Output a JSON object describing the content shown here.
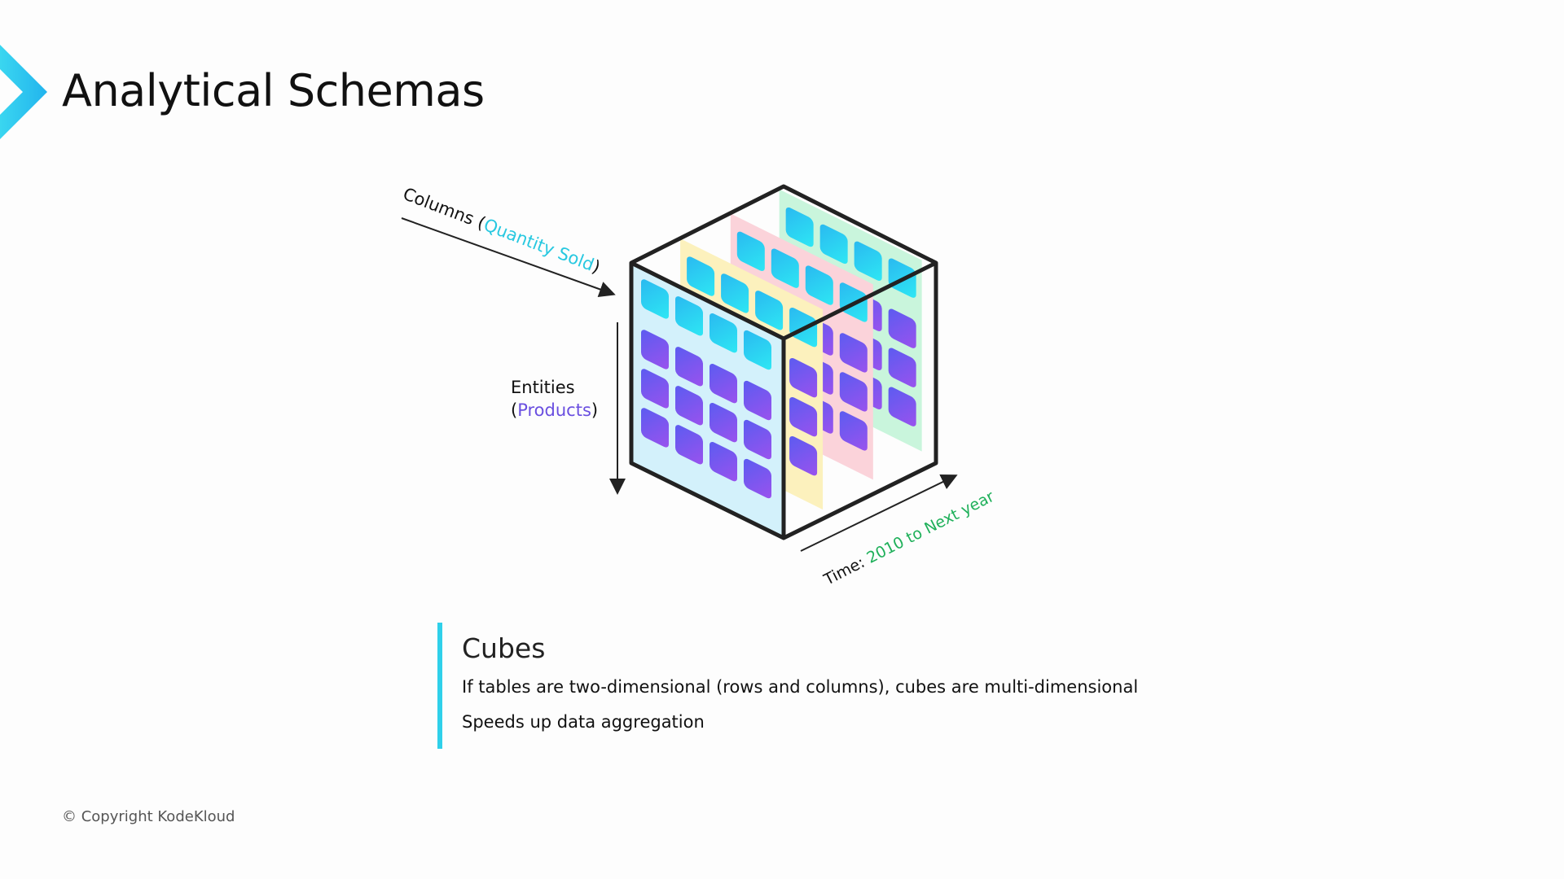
{
  "header": {
    "title": "Analytical Schemas",
    "logo_icon": "chevron-right-icon"
  },
  "diagram": {
    "columns_label": "Columns (",
    "columns_highlight": "Quantity Sold",
    "columns_close": ")",
    "entities_label": "Entities",
    "entities_open": "(",
    "entities_highlight": "Products",
    "entities_close": ")",
    "time_label": "Time: ",
    "time_highlight": "2010 to Next year",
    "colors": {
      "cyan": "#27c8e0",
      "purple": "#6a4fe0",
      "green": "#1fb05a",
      "accent": "#2fd0ea"
    }
  },
  "content": {
    "heading": "Cubes",
    "points": [
      "If tables are two-dimensional (rows and columns), cubes are multi-dimensional",
      "Speeds up data aggregation"
    ]
  },
  "footer": {
    "copyright": "© Copyright KodeKloud"
  }
}
